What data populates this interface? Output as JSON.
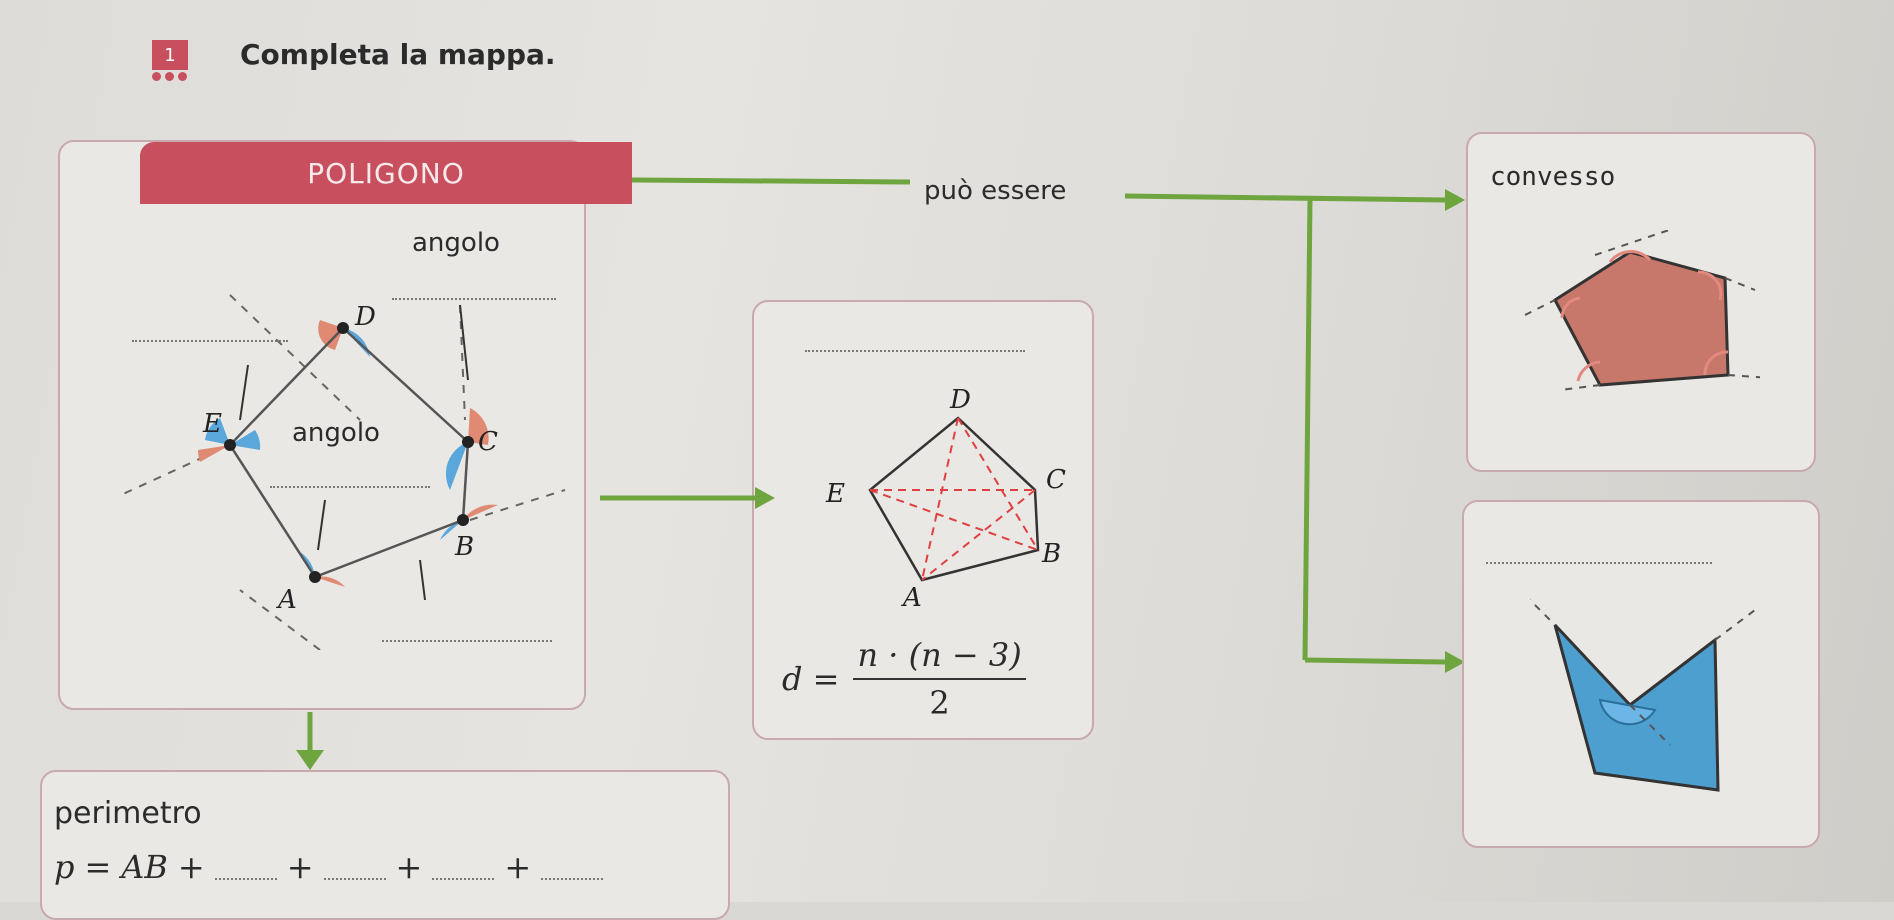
{
  "exercise": {
    "number": "1",
    "instruction": "Completa la mappa."
  },
  "map": {
    "root": "POLIGONO",
    "relation": "può essere",
    "angle_label_top": "angolo",
    "angle_label_mid": "angolo",
    "vertices": [
      "A",
      "B",
      "C",
      "D",
      "E"
    ],
    "convex_label": "convesso",
    "diagonal_formula": {
      "lhs": "d",
      "eq": "=",
      "numerator": "n · (n − 3)",
      "denominator": "2"
    },
    "perimeter_label": "perimetro",
    "perimeter_formula": {
      "lhs": "p",
      "eq": "=",
      "first": "AB",
      "plus": "+"
    }
  },
  "colors": {
    "title": "#c84f5e",
    "arrow": "#6fa53f",
    "blue_angle": "#5aa7db",
    "red_angle": "#e08a74",
    "convex_fill": "#c8776b",
    "concave_fill": "#4d9fcf"
  }
}
